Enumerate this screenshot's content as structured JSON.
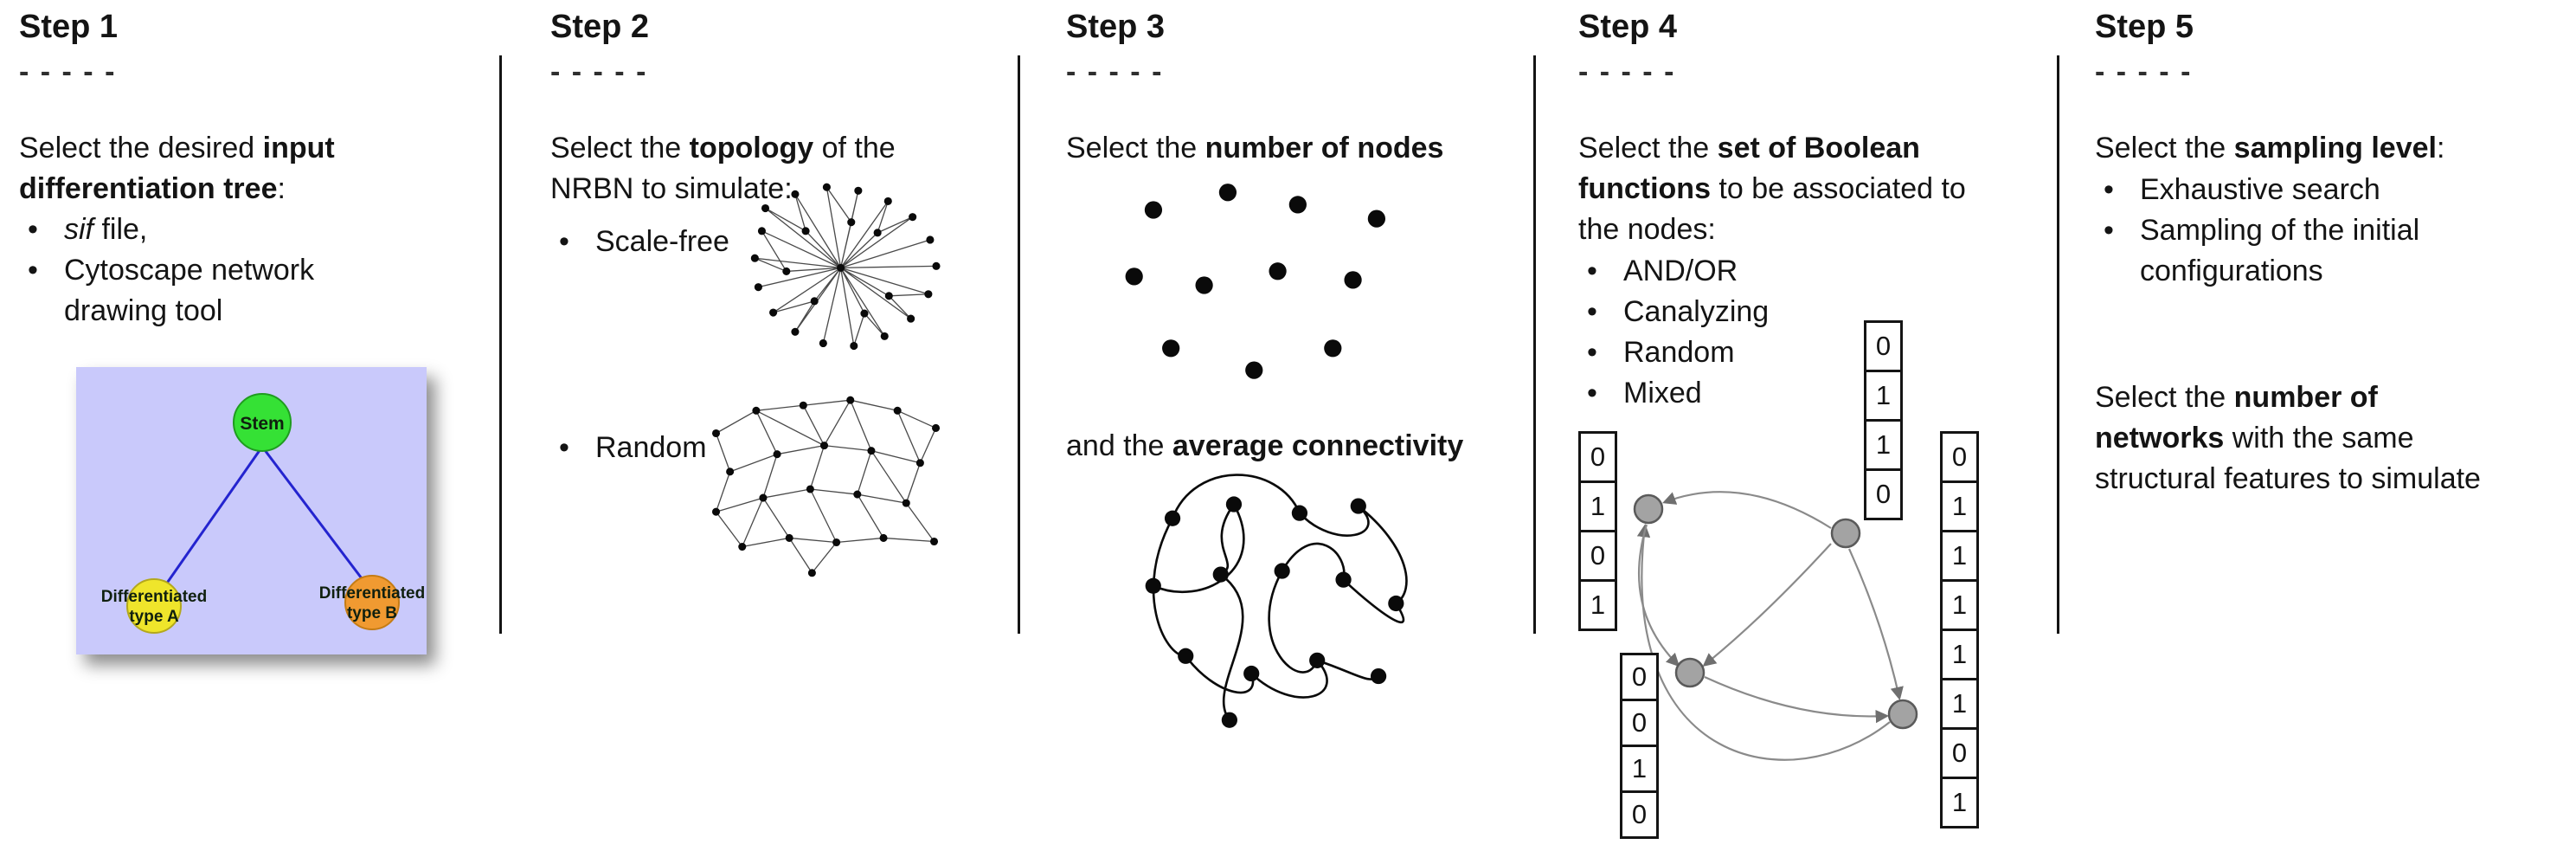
{
  "background_color": "#ffffff",
  "steps": {
    "step1": {
      "title": "Step 1",
      "dashes": "- - - - -",
      "intro": {
        "l1_pre": "Select the desired ",
        "l1_bold": "input",
        "l2_bold": "differentiation tree",
        "l2_post": ":"
      },
      "bullets": {
        "b1_italic": "sif",
        "b1_rest": " file,",
        "b2_l1": "Cytoscape network",
        "b2_l2": "drawing tool"
      },
      "tree": {
        "stem_label": "Stem",
        "type_a_line1": "Differentiated",
        "type_a_line2": "type A",
        "type_b_line1": "Differentiated",
        "type_b_line2": "type B",
        "colors": {
          "background": "#c9c9fb",
          "stem": "#35e135",
          "type_a": "#efe52b",
          "type_b": "#f09a31",
          "edge": "#2424cf"
        }
      }
    },
    "step2": {
      "title": "Step 2",
      "dashes": "- - - - -",
      "intro": {
        "l1_pre": "Select the ",
        "l1_bold": "topology",
        "l1_post": " of the",
        "l2": "NRBN to simulate:"
      },
      "bullets": {
        "b1": "Scale-free",
        "b2": "Random"
      }
    },
    "step3": {
      "title": "Step 3",
      "dashes": "- - - - -",
      "line1": {
        "pre": "Select the ",
        "bold": "number of nodes"
      },
      "line2": {
        "pre": "and the ",
        "bold": "average connectivity"
      }
    },
    "step4": {
      "title": "Step 4",
      "dashes": "- - - - -",
      "intro": {
        "l1_pre": "Select the ",
        "l1_bold": "set of Boolean",
        "l2_bold": "functions",
        "l2_post": " to be associated to",
        "l3": "the nodes:"
      },
      "bullets": [
        "AND/OR",
        "Canalyzing",
        "Random",
        "Mixed"
      ],
      "truth_tables": {
        "top": [
          "0",
          "1",
          "1",
          "0"
        ],
        "left": [
          "0",
          "1",
          "0",
          "1"
        ],
        "bottom_left": [
          "0",
          "0",
          "1",
          "0"
        ],
        "right": [
          "0",
          "1",
          "1",
          "1",
          "1",
          "1",
          "0",
          "1"
        ]
      },
      "node_color": "#a3a3a3"
    },
    "step5": {
      "title": "Step 5",
      "dashes": "- - - - -",
      "intro": {
        "pre": "Select the ",
        "bold": "sampling level",
        "post": ":"
      },
      "bullets": {
        "b1": "Exhaustive search",
        "b2_l1": "Sampling of the initial",
        "b2_l2": "configurations"
      },
      "para2": {
        "l1_pre": "Select the ",
        "l1_bold": "number of",
        "l2_bold": "networks",
        "l2_post": " with the same",
        "l3": "structural features to simulate"
      }
    }
  }
}
